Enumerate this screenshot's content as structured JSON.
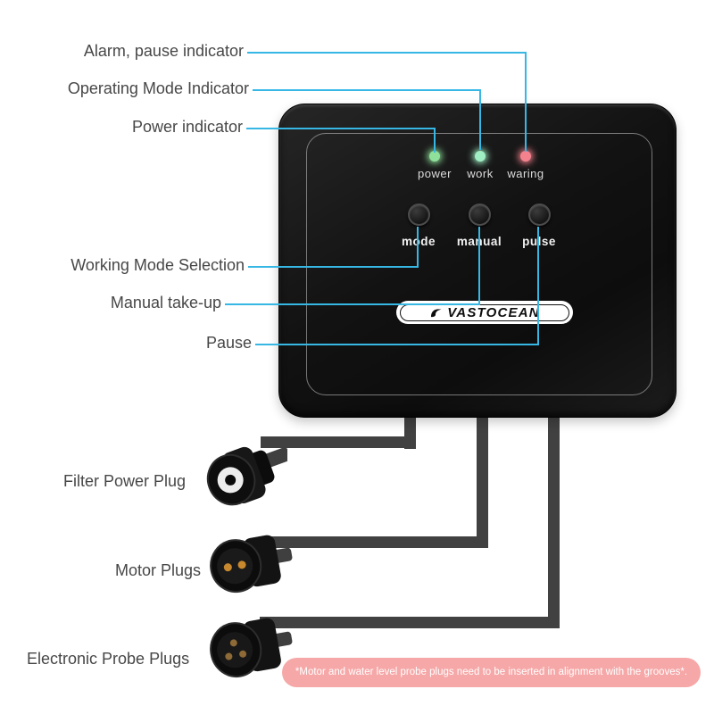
{
  "callouts": [
    {
      "id": "alarm",
      "text": "Alarm, pause indicator"
    },
    {
      "id": "operating",
      "text": "Operating Mode Indicator"
    },
    {
      "id": "power",
      "text": "Power indicator"
    },
    {
      "id": "working-mode",
      "text": "Working Mode Selection"
    },
    {
      "id": "manual",
      "text": "Manual take-up"
    },
    {
      "id": "pause",
      "text": "Pause"
    }
  ],
  "device": {
    "brand": "VASTOCEAN",
    "logo_icon": "dragon-icon",
    "leds": [
      {
        "label": "power",
        "color": "#8fe09a"
      },
      {
        "label": "work",
        "color": "#9feec4"
      },
      {
        "label": "waring",
        "color": "#f4828e"
      }
    ],
    "buttons": [
      {
        "label": "mode"
      },
      {
        "label": "manual"
      },
      {
        "label": "pulse"
      }
    ]
  },
  "plugs": [
    {
      "label": "Filter Power Plug"
    },
    {
      "label": "Motor Plugs"
    },
    {
      "label": "Electronic Probe Plugs"
    }
  ],
  "note": {
    "text": "*Motor and water level probe plugs need to be inserted in alignment with the grooves*."
  },
  "colors": {
    "callout_line": "#36b7e4",
    "cable": "#414141",
    "note_bg": "#f6a7a7",
    "device_body": "#161616"
  }
}
